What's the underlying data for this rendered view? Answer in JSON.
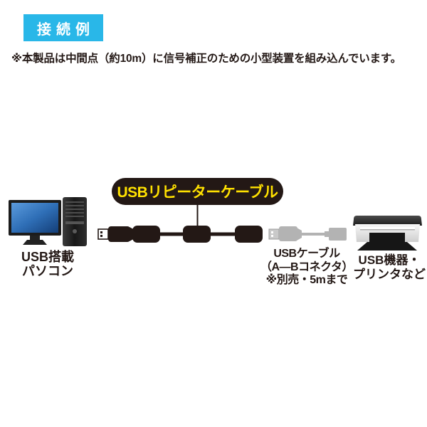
{
  "header": {
    "badge_label": "接続例",
    "note": "※本製品は中間点（約10m）に信号補正のための小型装置を組み込んでいます。"
  },
  "diagram": {
    "repeater_label": "USBリピーターケーブル",
    "pc_label": {
      "line1": "USB搭載",
      "line2": "パソコン"
    },
    "usb_cable_label": {
      "line1": "USBケーブル",
      "line2": "（A―Bコネクタ）",
      "line3": "※別売・5mまで"
    },
    "device_label": {
      "line1": "USB機器・",
      "line2": "プリンタなど"
    },
    "icons": {
      "pc": "desktop-computer-icon",
      "repeater_cable": "usb-repeater-cable-icon",
      "usb_cable": "usb-ab-cable-icon",
      "printer": "printer-icon"
    }
  },
  "colors": {
    "accent_cyan": "#29b7e8",
    "ink_black": "#231815",
    "highlight_yellow": "#ffe100",
    "cable_gray": "#b3b3b3",
    "connector_gray": "#c9c9c9",
    "screen_blue": "#2f6fb7",
    "background": "#ffffff"
  }
}
